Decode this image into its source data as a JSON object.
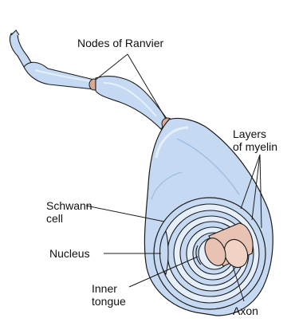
{
  "labels": {
    "nodes_of_ranvier": "Nodes of Ranvier",
    "layers_of_myelin": "Layers\nof myelin",
    "schwann_cell": "Schwann\ncell",
    "nucleus": "Nucleus",
    "inner_tongue": "Inner\ntongue",
    "axon": "Axon"
  },
  "colors": {
    "myelin": "#c5daf2",
    "myelin_light": "#e4effb",
    "myelin_dark": "#9dbde2",
    "outline": "#1b1b1b",
    "node": "#d9a997",
    "axon": "#e8c2b2",
    "axon_end": "#f1d3c6"
  }
}
